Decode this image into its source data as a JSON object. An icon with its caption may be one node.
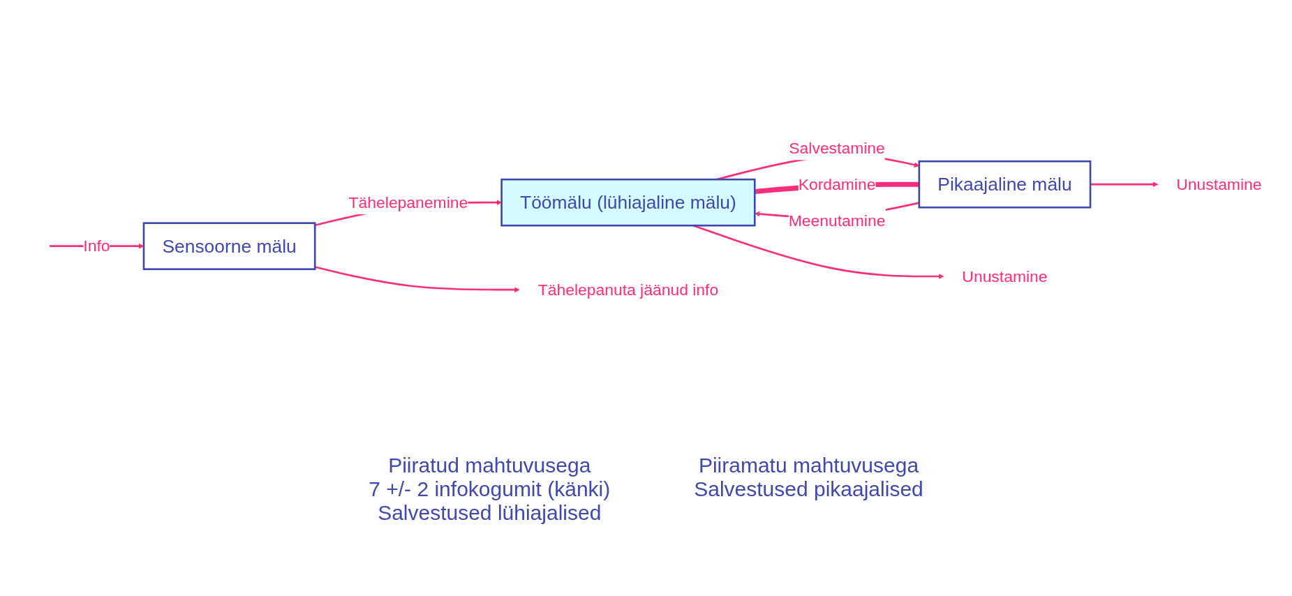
{
  "diagram": {
    "nodes": [
      {
        "text": [
          "Sensoorne mälu"
        ]
      },
      {
        "text": [
          "Töömälu (lühiajaline mälu)"
        ]
      },
      {
        "text": [
          "Pikaajaline mälu"
        ]
      },
      {
        "text": [
          "Tähelepanuta jäänud info"
        ]
      },
      {
        "text": [
          "Unustamine"
        ]
      },
      {
        "text": [
          "Unustamine"
        ]
      }
    ],
    "edges": [
      {
        "from": null,
        "to": 0,
        "arrow": "to",
        "label": "Info"
      },
      {
        "from": 0,
        "to": 1,
        "arrow": "to",
        "label": "Tähelepanemine"
      },
      {
        "from": 1,
        "to": 2,
        "arrow": "to",
        "label": "Salvestamine"
      },
      {
        "from": 2,
        "to": 1,
        "arrow": "to",
        "label": "Meenutamine"
      },
      {
        "from": 1,
        "to": 2,
        "arrow": "none",
        "label": "Kordamine",
        "style": "thick"
      },
      {
        "from": 0,
        "to": 3,
        "arrow": "to"
      },
      {
        "from": 1,
        "to": 4,
        "arrow": "to"
      },
      {
        "from": 2,
        "to": 5,
        "arrow": "to"
      }
    ],
    "labels": [
      "Piiratud mahtuvusega",
      "7 +/- 2 infokogumit (känki)",
      "Salvestused lühiajalised",
      "Piiramatu mahtuvusega",
      "Salvestused pikaajalised"
    ]
  }
}
